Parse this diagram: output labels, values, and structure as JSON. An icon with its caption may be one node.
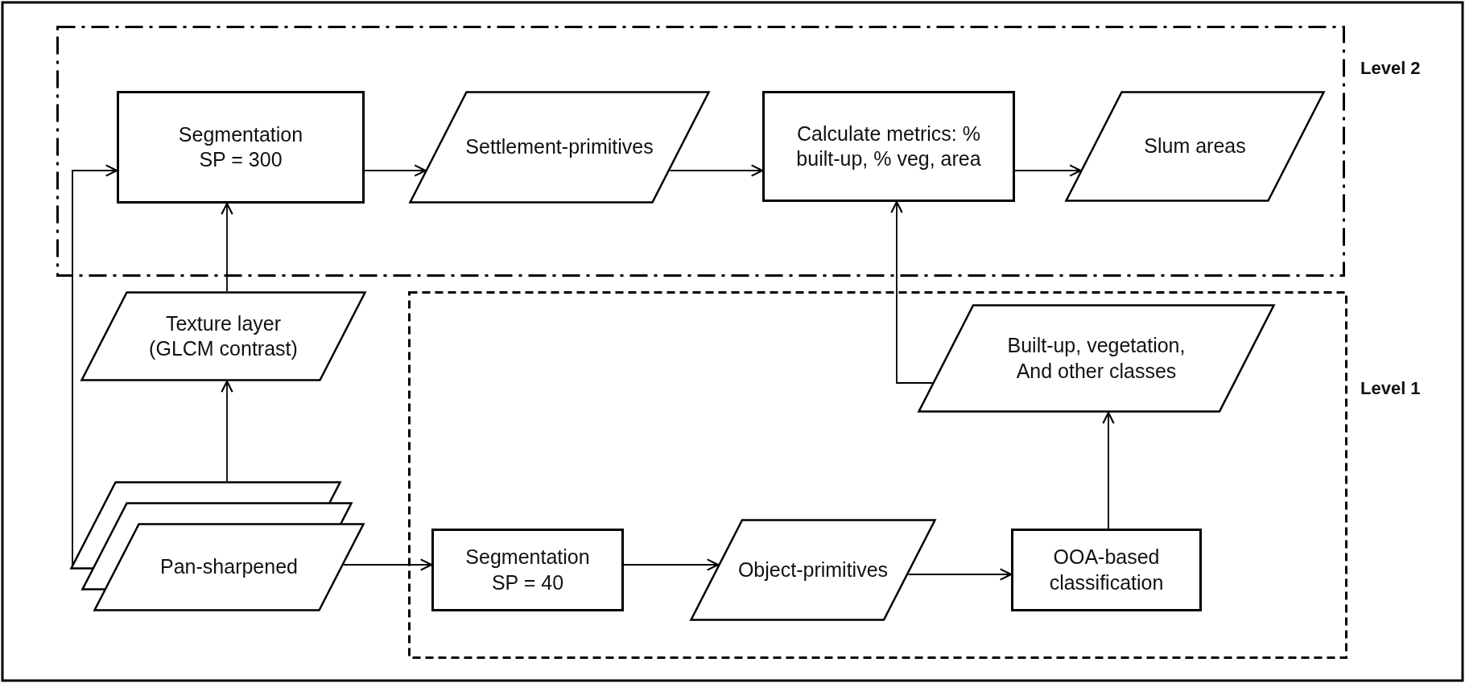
{
  "diagram": {
    "nodes": [
      {
        "text": [
          "Level 2"
        ]
      },
      {
        "text": [
          "Segmentation SP = 300"
        ],
        "in": 0
      },
      {
        "text": [
          "Settlement-primitives"
        ],
        "in": 0
      },
      {
        "text": [
          "Calculate metrics: % built-up, % veg, area"
        ],
        "in": 0
      },
      {
        "text": [
          "Slum areas"
        ],
        "in": 0
      },
      {
        "text": [
          "Level 1"
        ]
      },
      {
        "text": [
          "Texture layer (GLCM contrast)"
        ]
      },
      {
        "text": [
          "Pan-sharpened"
        ]
      },
      {
        "text": [
          "Segmentation SP = 40"
        ],
        "in": 5
      },
      {
        "text": [
          "Object-primitives"
        ],
        "in": 5
      },
      {
        "text": [
          "OOA-based classification"
        ],
        "in": 5
      },
      {
        "text": [
          "Built-up, vegetation, And other classes"
        ],
        "in": 5
      }
    ],
    "edges": [
      {
        "from": 7,
        "to": 1,
        "arrow": "to"
      },
      {
        "from": 7,
        "to": 6,
        "arrow": "to"
      },
      {
        "from": 6,
        "to": 1,
        "arrow": "to"
      },
      {
        "from": 1,
        "to": 2,
        "arrow": "to"
      },
      {
        "from": 2,
        "to": 3,
        "arrow": "to"
      },
      {
        "from": 3,
        "to": 4,
        "arrow": "to"
      },
      {
        "from": 7,
        "to": 8,
        "arrow": "to"
      },
      {
        "from": 8,
        "to": 9,
        "arrow": "to"
      },
      {
        "from": 9,
        "to": 10,
        "arrow": "to"
      },
      {
        "from": 10,
        "to": 11,
        "arrow": "to"
      },
      {
        "from": 11,
        "to": 3,
        "arrow": "to"
      }
    ]
  }
}
